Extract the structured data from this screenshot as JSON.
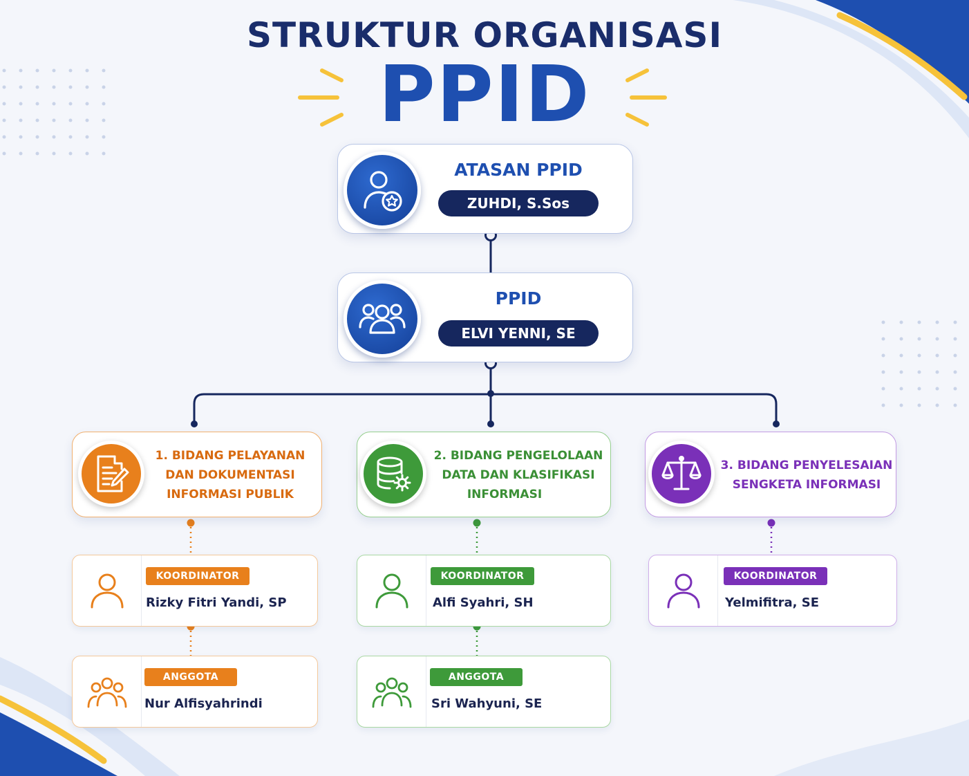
{
  "header": {
    "title_line1": "STRUKTUR ORGANISASI",
    "title_line2": "PPID"
  },
  "atasan": {
    "title": "ATASAN PPID",
    "name": "ZUHDI, S.Sos",
    "icon": "user-star-icon"
  },
  "ppid": {
    "title": "PPID",
    "name": "ELVI YENNI, SE",
    "icon": "group-icon"
  },
  "divisions": [
    {
      "title_lines": [
        "1. BIDANG PELAYANAN",
        "DAN DOKUMENTASI",
        "INFORMASI PUBLIK"
      ],
      "icon": "document-edit-icon",
      "color": "#e8801c",
      "coordinator": {
        "role": "KOORDINATOR",
        "name": "Rizky Fitri Yandi, SP"
      },
      "member": {
        "role": "ANGGOTA",
        "name": "Nur Alfisyahrindi"
      }
    },
    {
      "title_lines": [
        "2. BIDANG PENGELOLAAN",
        "DATA DAN KLASIFIKASI",
        "INFORMASI"
      ],
      "icon": "database-gear-icon",
      "color": "#3e9a3a",
      "coordinator": {
        "role": "KOORDINATOR",
        "name": "Alfi Syahri, SH"
      },
      "member": {
        "role": "ANGGOTA",
        "name": "Sri Wahyuni, SE"
      }
    },
    {
      "title_lines": [
        "3. BIDANG PENYELESAIAN",
        "SENGKETA INFORMASI"
      ],
      "icon": "scales-icon",
      "color": "#7a30b8",
      "coordinator": {
        "role": "KOORDINATOR",
        "name": "Yelmifitra, SE"
      }
    }
  ],
  "colors": {
    "navy": "#16275e",
    "blue": "#1e4fb0",
    "yellow": "#f6c23a"
  }
}
